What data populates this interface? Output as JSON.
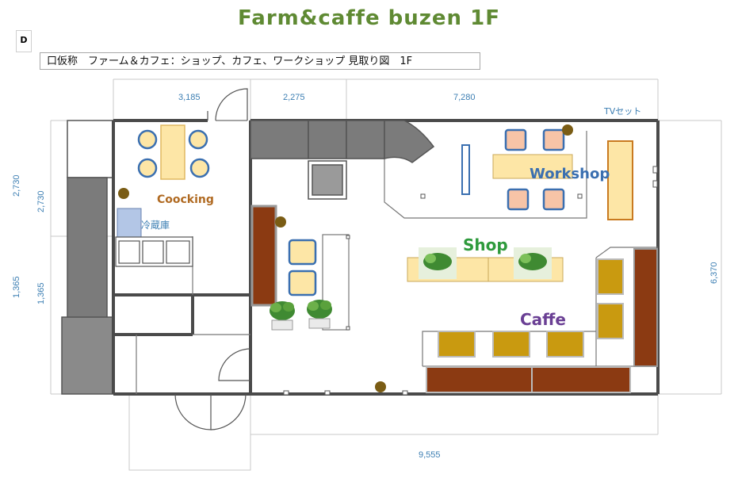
{
  "title": "Farm&caffe buzen 1F",
  "tag": "D",
  "subtitle": "口仮称　ファーム＆カフェ：ショップ、カフェ、ワークショップ 見取り図　1F",
  "dimensions": {
    "top_left": "3,185",
    "top_mid": "2,275",
    "top_right": "7,280",
    "left_outer_upper": "2,730",
    "left_inner_upper": "2,730",
    "left_outer_lower": "1,365",
    "left_inner_lower": "1,365",
    "right": "6,370",
    "bottom": "9,555"
  },
  "labels": {
    "tv": "TVセット",
    "fridge": "冷蔵庫"
  },
  "rooms": {
    "kitchen": "Coocking",
    "workshop": "Workshop",
    "shop": "Shop",
    "cafe": "Caffe"
  },
  "colors": {
    "title_green": "#5f8a33",
    "shop_green": "#2e9a3c",
    "cafe_purple": "#6a3f94",
    "kitchen_orange": "#b06a22",
    "workshop_blue": "#3a6fb0",
    "dim_blue": "#3d7fb3",
    "wall": "#4a4a4a",
    "table_yellow": "#fde6a6",
    "chair_pink": "#f7c4a7",
    "bench_brown": "#8b3a12",
    "cafe_seat": "#c99a10"
  }
}
